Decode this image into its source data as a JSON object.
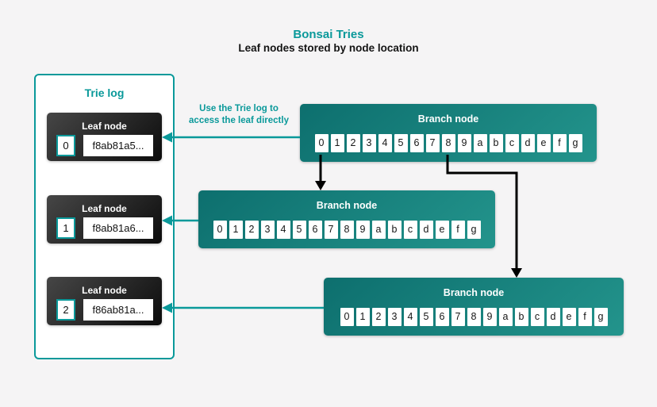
{
  "header": {
    "title": "Bonsai Tries",
    "subtitle": "Leaf nodes stored by node location"
  },
  "annotation": {
    "line1": "Use the Trie log to",
    "line2": "access the leaf directly"
  },
  "trie_log": {
    "title": "Trie log",
    "leaf_label": "Leaf node",
    "leaves": [
      {
        "index": "0",
        "hash": "f8ab81a5..."
      },
      {
        "index": "1",
        "hash": "f8ab81a6..."
      },
      {
        "index": "2",
        "hash": "f86ab81a..."
      }
    ]
  },
  "branches": [
    {
      "label": "Branch node",
      "cells": [
        "0",
        "1",
        "2",
        "3",
        "4",
        "5",
        "6",
        "7",
        "8",
        "9",
        "a",
        "b",
        "c",
        "d",
        "e",
        "f",
        "g"
      ]
    },
    {
      "label": "Branch node",
      "cells": [
        "0",
        "1",
        "2",
        "3",
        "4",
        "5",
        "6",
        "7",
        "8",
        "9",
        "a",
        "b",
        "c",
        "d",
        "e",
        "f",
        "g"
      ]
    },
    {
      "label": "Branch node",
      "cells": [
        "0",
        "1",
        "2",
        "3",
        "4",
        "5",
        "6",
        "7",
        "8",
        "9",
        "a",
        "b",
        "c",
        "d",
        "e",
        "f",
        "g"
      ]
    }
  ],
  "colors": {
    "accent_teal": "#0a999a",
    "branch_gradient_start": "#0d6f6e",
    "branch_gradient_end": "#23948c",
    "leaf_gradient_start": "#464646",
    "leaf_gradient_end": "#0c0c0c",
    "background": "#f5f4f5",
    "arrow_black": "#000000",
    "cell_background": "#ffffff"
  }
}
